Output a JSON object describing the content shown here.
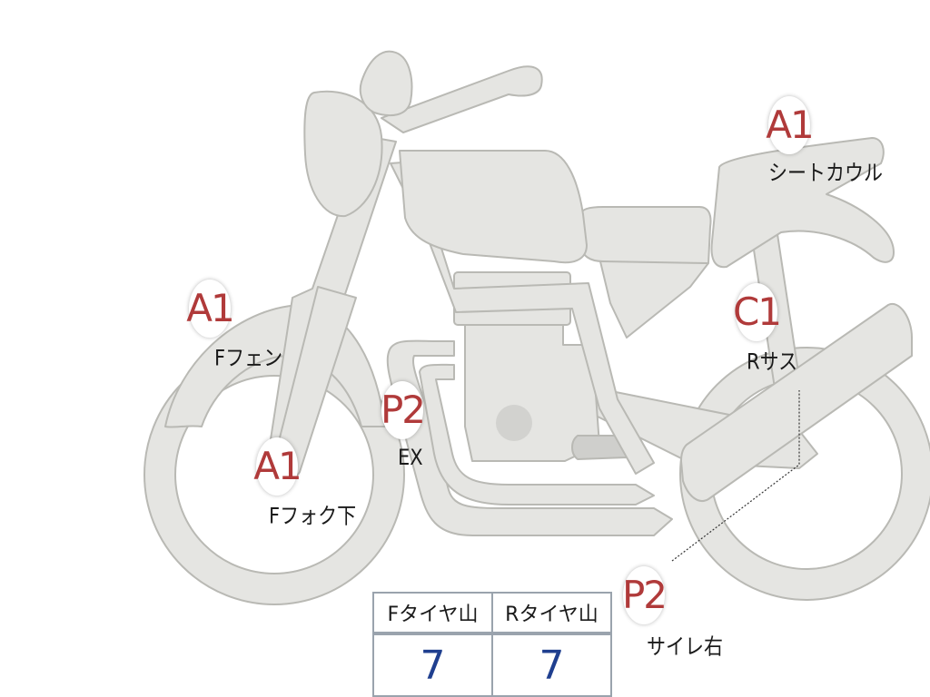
{
  "colors": {
    "body_fill": "#e5e5e2",
    "body_stroke": "#b9b9b4",
    "marker_text": "#b03a3a",
    "value_text": "#1f3f8f",
    "table_border": "#9aa3ad"
  },
  "markers": [
    {
      "id": "seat-cowl",
      "code": "A1",
      "label": "シートカウル"
    },
    {
      "id": "front-fender",
      "code": "A1",
      "label": "Fフェン"
    },
    {
      "id": "rear-suspension",
      "code": "C1",
      "label": "Rサス"
    },
    {
      "id": "exhaust",
      "code": "P2",
      "label": "EX"
    },
    {
      "id": "front-fork-lower",
      "code": "A1",
      "label": "Fフォク下"
    },
    {
      "id": "silencer-right",
      "code": "P2",
      "label": "サイレ右"
    }
  ],
  "tire_table": {
    "headers": [
      "Fタイヤ山",
      "Rタイヤ山"
    ],
    "values": [
      "7",
      "7"
    ]
  }
}
